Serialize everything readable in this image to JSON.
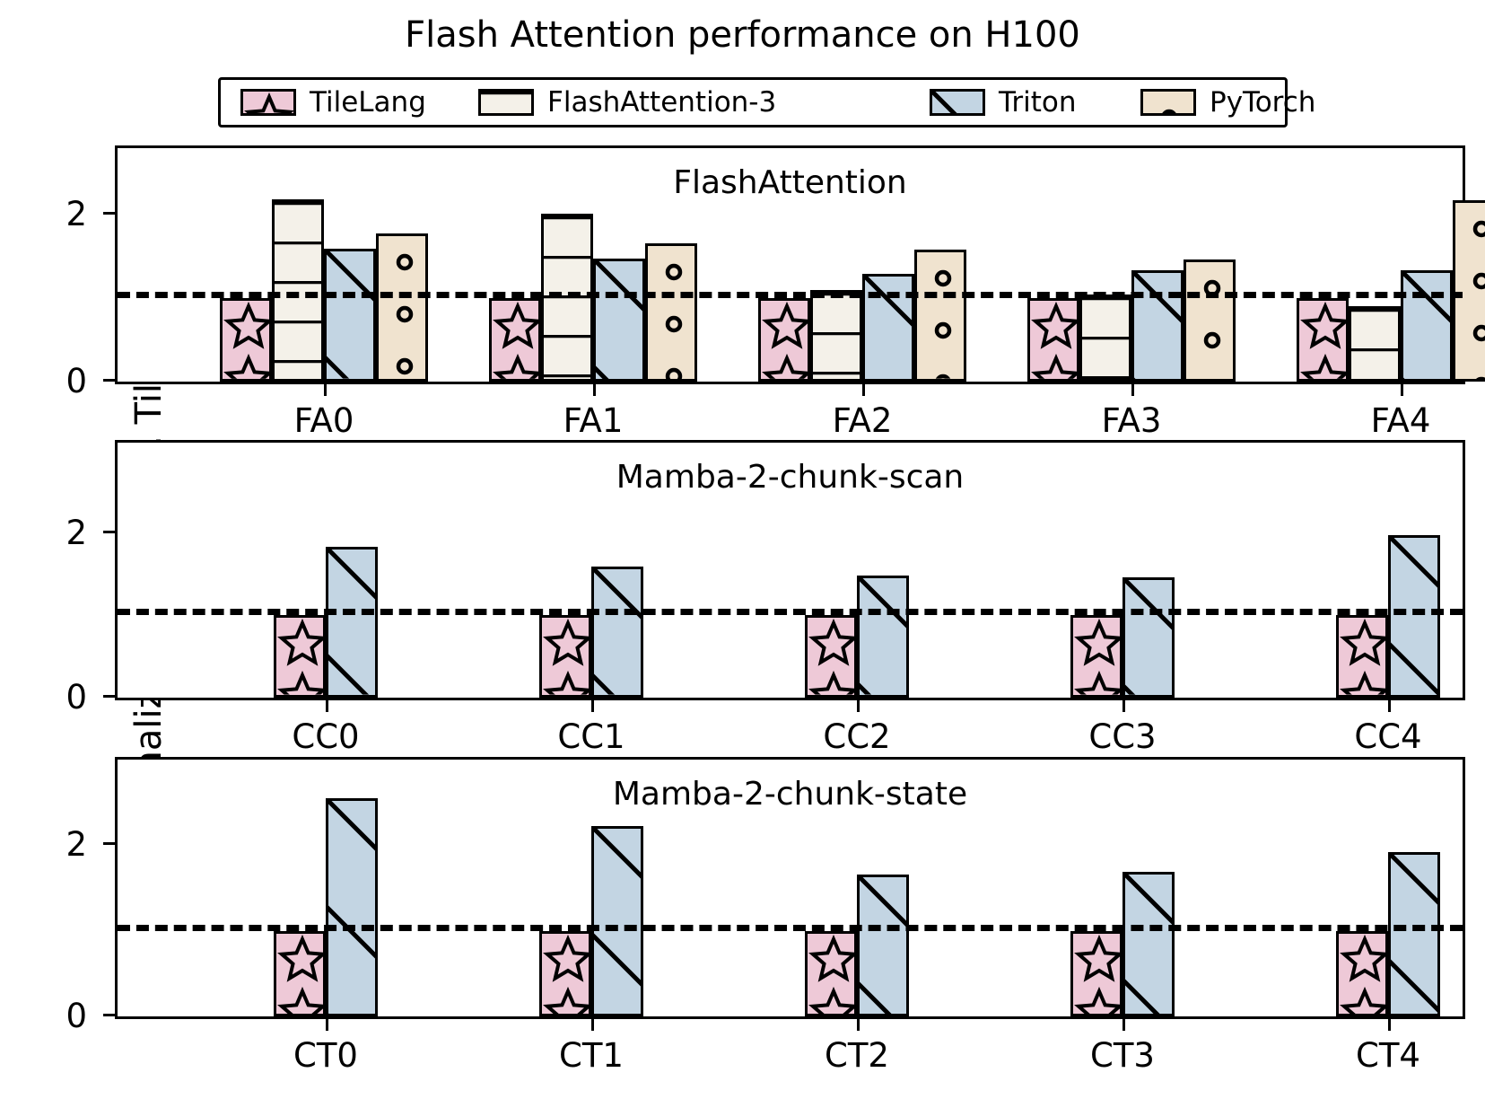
{
  "chart_data": {
    "type": "bar",
    "title": "Flash Attention performance on H100",
    "xlabel": "",
    "ylabel": "Normalized latency Vs. TileLang",
    "ylim": [
      0,
      2.85
    ],
    "yticks": [
      0,
      2
    ],
    "ytick_labels": [
      "0",
      "2"
    ],
    "grid": false,
    "legend_position": "top-center",
    "reference_line": {
      "value": 1.0,
      "style": "dashed",
      "color": "#000000"
    },
    "legend": [
      {
        "name": "TileLang",
        "color": "#eec9d7",
        "hatch": "star"
      },
      {
        "name": "FlashAttention-3",
        "color": "#f4f1e9",
        "hatch": "horizontal-lines"
      },
      {
        "name": "Triton",
        "color": "#c3d5e3",
        "hatch": "diagonal-lines"
      },
      {
        "name": "PyTorch",
        "color": "#f0e3cf",
        "hatch": "circles"
      }
    ],
    "panels": [
      {
        "title": "FlashAttention",
        "categories": [
          "FA0",
          "FA1",
          "FA2",
          "FA3",
          "FA4"
        ],
        "series": [
          {
            "name": "TileLang",
            "values": [
              1.0,
              1.0,
              1.0,
              1.0,
              1.0
            ]
          },
          {
            "name": "FlashAttention-3",
            "values": [
              2.19,
              2.01,
              1.1,
              1.05,
              0.91
            ]
          },
          {
            "name": "Triton",
            "values": [
              1.59,
              1.48,
              1.29,
              1.34,
              1.34
            ]
          },
          {
            "name": "PyTorch",
            "values": [
              1.78,
              1.66,
              1.58,
              1.46,
              2.18
            ]
          }
        ]
      },
      {
        "title": "Mamba-2-chunk-scan",
        "categories": [
          "CC0",
          "CC1",
          "CC2",
          "CC3",
          "CC4"
        ],
        "series": [
          {
            "name": "TileLang",
            "values": [
              1.0,
              1.0,
              1.0,
              1.0,
              1.0
            ]
          },
          {
            "name": "Triton",
            "values": [
              1.83,
              1.59,
              1.48,
              1.46,
              1.98
            ]
          }
        ]
      },
      {
        "title": "Mamba-2-chunk-state",
        "categories": [
          "CT0",
          "CT1",
          "CT2",
          "CT3",
          "CT4"
        ],
        "series": [
          {
            "name": "TileLang",
            "values": [
              1.0,
              1.0,
              1.0,
              1.0,
              1.0
            ]
          },
          {
            "name": "Triton",
            "values": [
              2.55,
              2.22,
              1.66,
              1.69,
              1.92
            ]
          }
        ]
      }
    ]
  }
}
